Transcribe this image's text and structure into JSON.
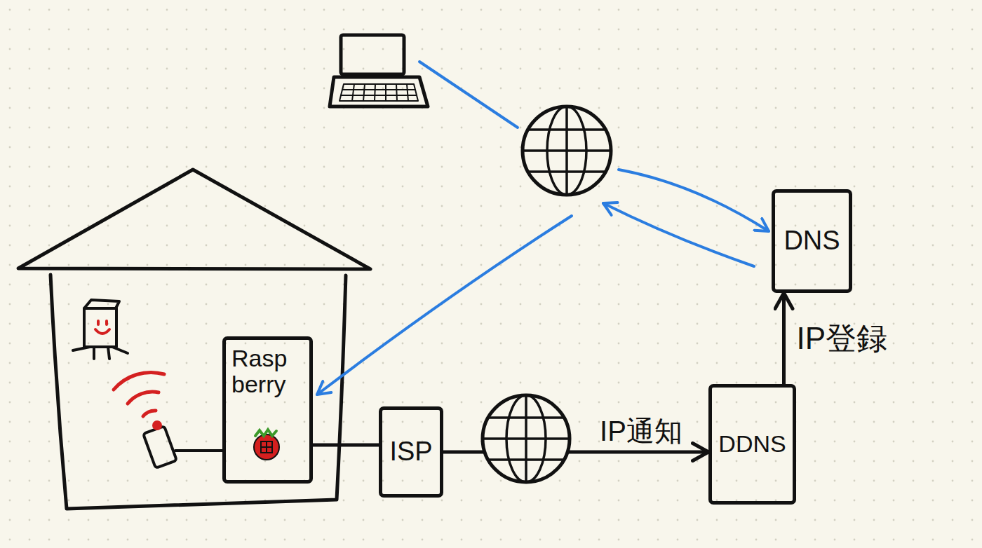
{
  "diagram": {
    "nodes": [
      {
        "text": [
          "Rasp berry"
        ]
      },
      {
        "text": [
          "ISP"
        ]
      },
      {
        "text": [
          "DDNS"
        ]
      },
      {
        "text": [
          "DNS"
        ]
      }
    ],
    "edges": [
      {
        "from": 0,
        "to": 1,
        "arrow": "none"
      },
      {
        "from": 1,
        "to": 2,
        "arrow": "to",
        "label": "IP通知"
      },
      {
        "from": 2,
        "to": 3,
        "arrow": "to",
        "label": "IP登録"
      }
    ]
  }
}
